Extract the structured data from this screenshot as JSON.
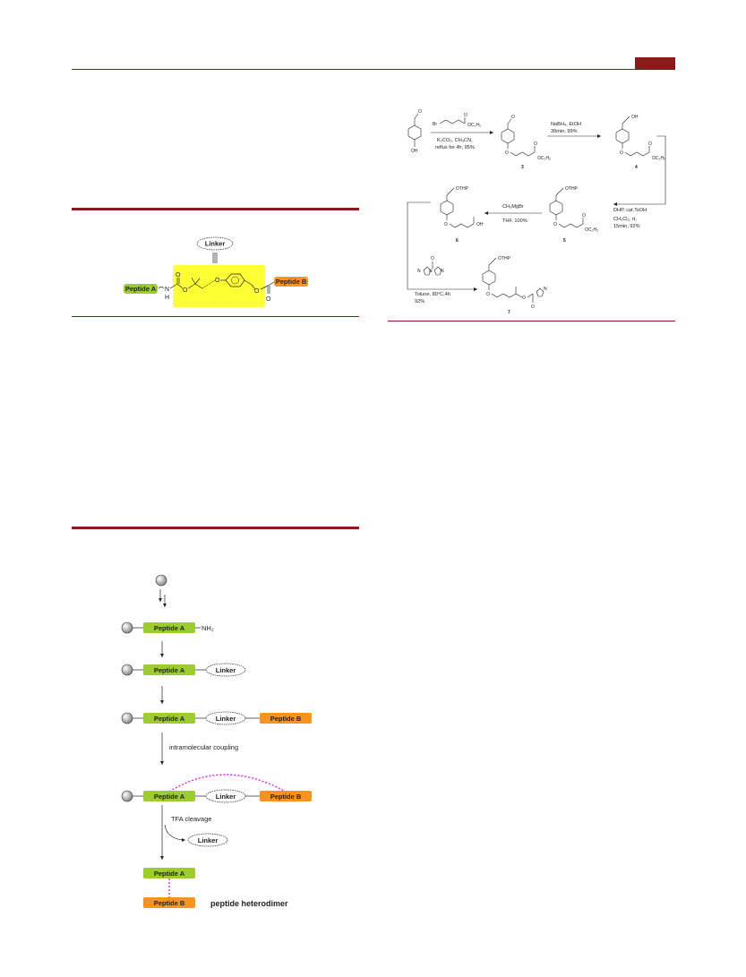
{
  "figure1": {
    "linker": "Linker",
    "peptide_a": "Peptide A",
    "peptide_b": "Peptide B",
    "n": "N",
    "h": "H",
    "o1": "O",
    "o2": "O",
    "o3": "O",
    "o4": "O",
    "o5": "O"
  },
  "scheme": {
    "reagent1": "Br",
    "reagent1_ester": "OC₂H₅",
    "reagent1_o": "O",
    "step1_cond_a": "K₂CO₃, CH₃CN,",
    "step1_cond_b": "reflux for 4h, 95%",
    "step2_cond_a": "NaBH₄, EtOH",
    "step2_cond_b": "30min, 99%",
    "step3_cond_a": "DHP, cat.TsOH",
    "step3_cond_b": "CH₂Cl₂, rt,",
    "step3_cond_c": "15min, 92%",
    "step4_cond_a": "CH₃MgBr",
    "step4_cond_b": "THF, 100%",
    "step5_cond_a": "Tolune, 80°C,4h",
    "step5_cond_b": "92%",
    "sm_oh": "OH",
    "sm_o": "O",
    "c3_label": "3",
    "c3_ester": "OC₂H₅",
    "c4_label": "4",
    "c4_oh": "OH",
    "c4_ester": "OC₂H₅",
    "c5_label": "5",
    "c5_othp": "OTHP",
    "c5_ester": "OC₂H₅",
    "c6_label": "6",
    "c6_othp": "OTHP",
    "c6_oh": "OH",
    "c7_label": "7",
    "c7_othp": "OTHP",
    "cdi_n": "N",
    "o_small": "O"
  },
  "figure2": {
    "peptide_a": "Peptide A",
    "peptide_b": "Peptide B",
    "linker": "Linker",
    "nh2": "NH₂",
    "step_intramolecular": "intramolecular coupling",
    "step_tfa": "TFA cleavage",
    "product": "peptide heterodimer"
  },
  "colors": {
    "rule": "#8b1a1a",
    "peptide_a": "#9ccc2e",
    "peptide_b": "#f7931e",
    "highlight": "#ffff33",
    "dotted": "#e61ee6"
  }
}
